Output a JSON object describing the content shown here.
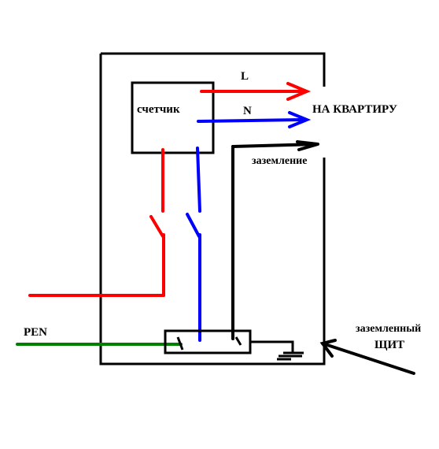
{
  "labels": {
    "meter": "счетчик",
    "phase": "L",
    "neutral": "N",
    "to_apartment": "НА КВАРТИРУ",
    "grounding": "заземление",
    "pen": "PEN",
    "grounded_panel_line1": "заземленный",
    "grounded_panel_line2": "ЩИТ"
  },
  "colors": {
    "phase": "#ff0000",
    "neutral": "#0000ff",
    "pen": "#008000",
    "ground": "#000000",
    "panel": "#000000"
  }
}
